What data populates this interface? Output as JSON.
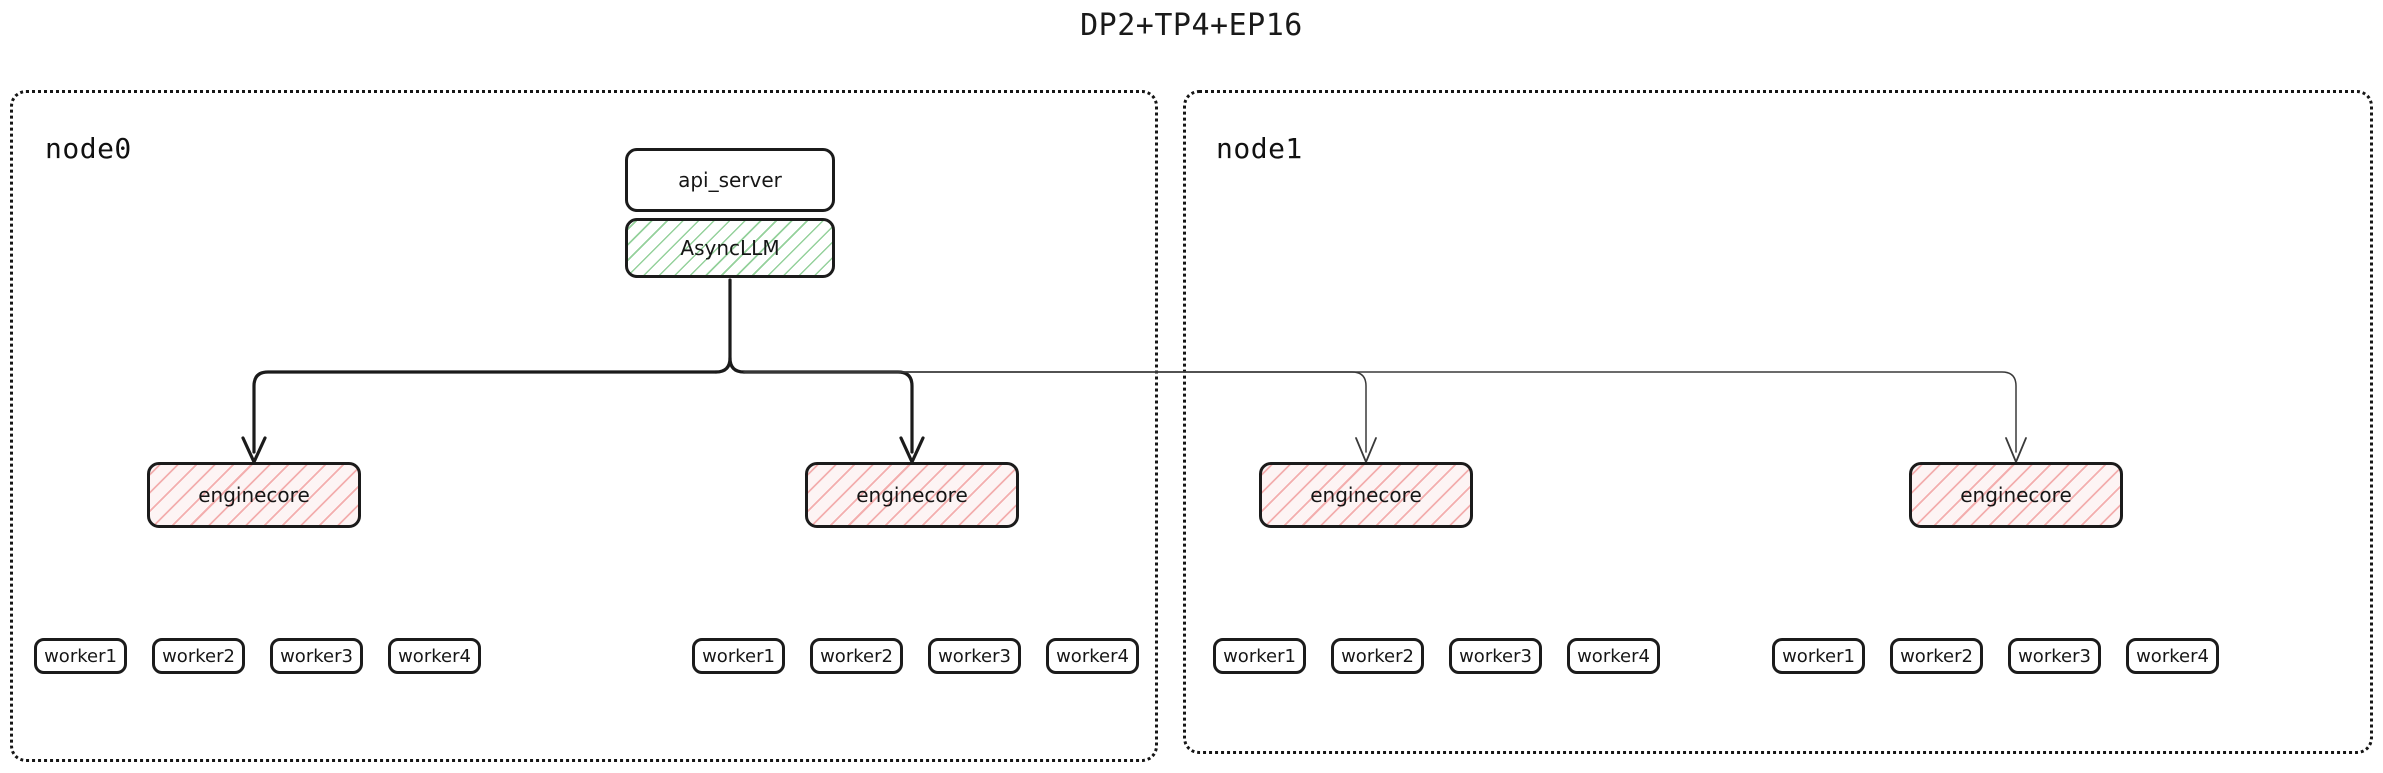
{
  "diagram": {
    "title": "DP2+TP4+EP16",
    "type": "architecture-block-diagram",
    "colors": {
      "stroke": "#1b1b1b",
      "background": "#ffffff",
      "green_hatch": "#82c98a",
      "pink_hatch": "#f09696",
      "pink_fill": "#fdf4f4",
      "container_border": "#161616"
    }
  },
  "nodes": [
    {
      "id": "node0",
      "label": "node0",
      "api_server": {
        "label": "api_server",
        "style": "plain"
      },
      "async_llm": {
        "label": "AsyncLLM",
        "style": "green-hatch"
      },
      "enginecores": [
        {
          "label": "enginecore",
          "style": "pink-hatch"
        },
        {
          "label": "enginecore",
          "style": "pink-hatch"
        }
      ],
      "worker_groups": [
        {
          "workers": [
            "worker1",
            "worker2",
            "worker3",
            "worker4"
          ]
        },
        {
          "workers": [
            "worker1",
            "worker2",
            "worker3",
            "worker4"
          ]
        }
      ]
    },
    {
      "id": "node1",
      "label": "node1",
      "enginecores": [
        {
          "label": "enginecore",
          "style": "pink-hatch"
        },
        {
          "label": "enginecore",
          "style": "pink-hatch"
        }
      ],
      "worker_groups": [
        {
          "workers": [
            "worker1",
            "worker2",
            "worker3",
            "worker4"
          ]
        },
        {
          "workers": [
            "worker1",
            "worker2",
            "worker3",
            "worker4"
          ]
        }
      ]
    }
  ]
}
